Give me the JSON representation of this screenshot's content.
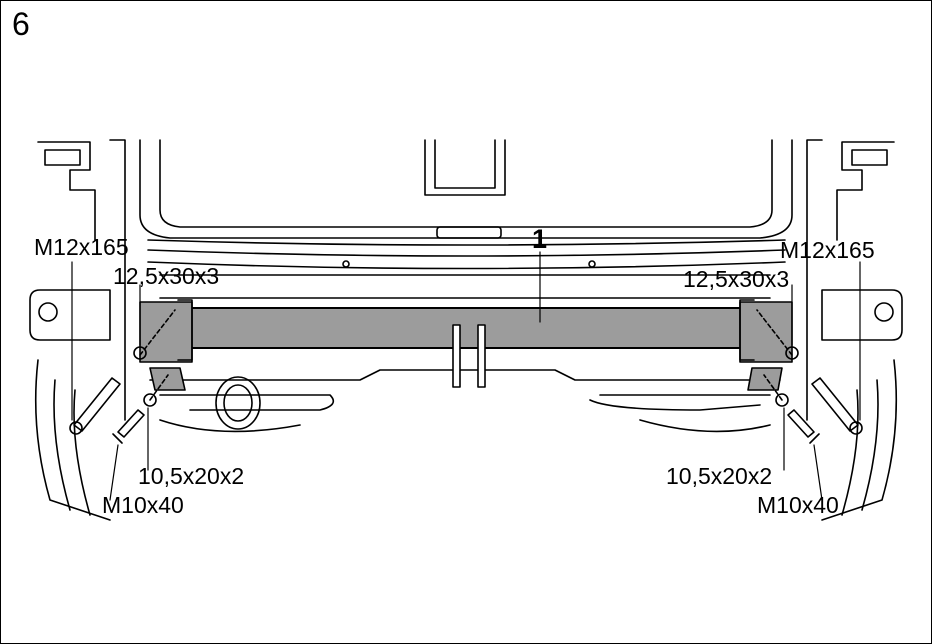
{
  "step_number": "6",
  "part_label": "1",
  "labels": {
    "bolt_long_left": "M12x165",
    "bolt_long_right": "M12x165",
    "washer_large_left": "12,5x30x3",
    "washer_large_right": "12,5x30x3",
    "washer_small_left": "10,5x20x2",
    "washer_small_right": "10,5x20x2",
    "bolt_short_left": "M10x40",
    "bolt_short_right": "M10x40"
  },
  "colors": {
    "bar_fill": "#9c9c9c",
    "line": "#000000",
    "background": "#ffffff"
  }
}
